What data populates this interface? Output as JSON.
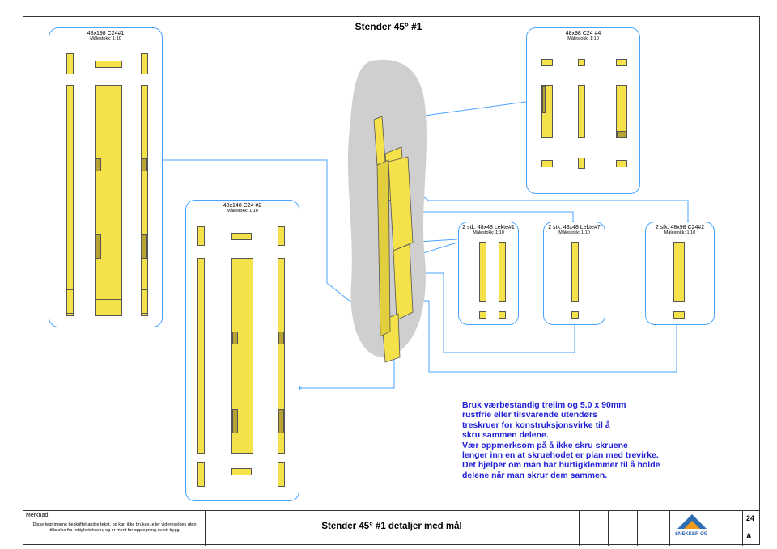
{
  "title": "Stender 45° #1",
  "cards": {
    "a": {
      "name": "48x198 C24#1",
      "scale": "Målestokk: 1:10"
    },
    "b": {
      "name": "48x148 C24 #2",
      "scale": "Målestokk: 1:10"
    },
    "c": {
      "name": "48x98 C24 #4",
      "scale": "Målestokk: 1:10"
    },
    "d": {
      "name": "2 stk. 48x48 Lekte#1",
      "scale": "Målestokk: 1:10"
    },
    "e": {
      "name": "2 stk. 48x48 Lekte#7",
      "scale": "Målestokk: 1:10"
    },
    "f": {
      "name": "2 stk. 48x98 C24#2",
      "scale": "Målestokk: 1:10"
    }
  },
  "note": [
    "Bruk værbestandig trelim og 5.0 x 90mm",
    "rustfrie eller tilsvarende utendørs",
    "treskruer for konstruksjonsvirke til å",
    "skru sammen delene.",
    "Vær oppmerksom på å ikke skru skruene",
    "lenger inn en at skruehodet er plan med trevirke.",
    "Det hjelper om man har hurtigklemmer til å holde",
    "delene når man skrur dem sammen."
  ],
  "titleblock": {
    "merknad_label": "Merknad:",
    "merknad_text": "Disse tegningene beskriftet andre tekst, og kan ikke brukes, eller videreselges uten tillatelse fra rettighetshaver, og er ment for opptegning av ett bygg",
    "drawing_title": "Stender 45° #1 detaljer med mål",
    "company": "SNEKKER OG",
    "sheet_number": "24",
    "revision": "A"
  },
  "colors": {
    "wood": "#f5e14a",
    "wire": "#4aa3ff",
    "note": "#1f1fd6"
  }
}
